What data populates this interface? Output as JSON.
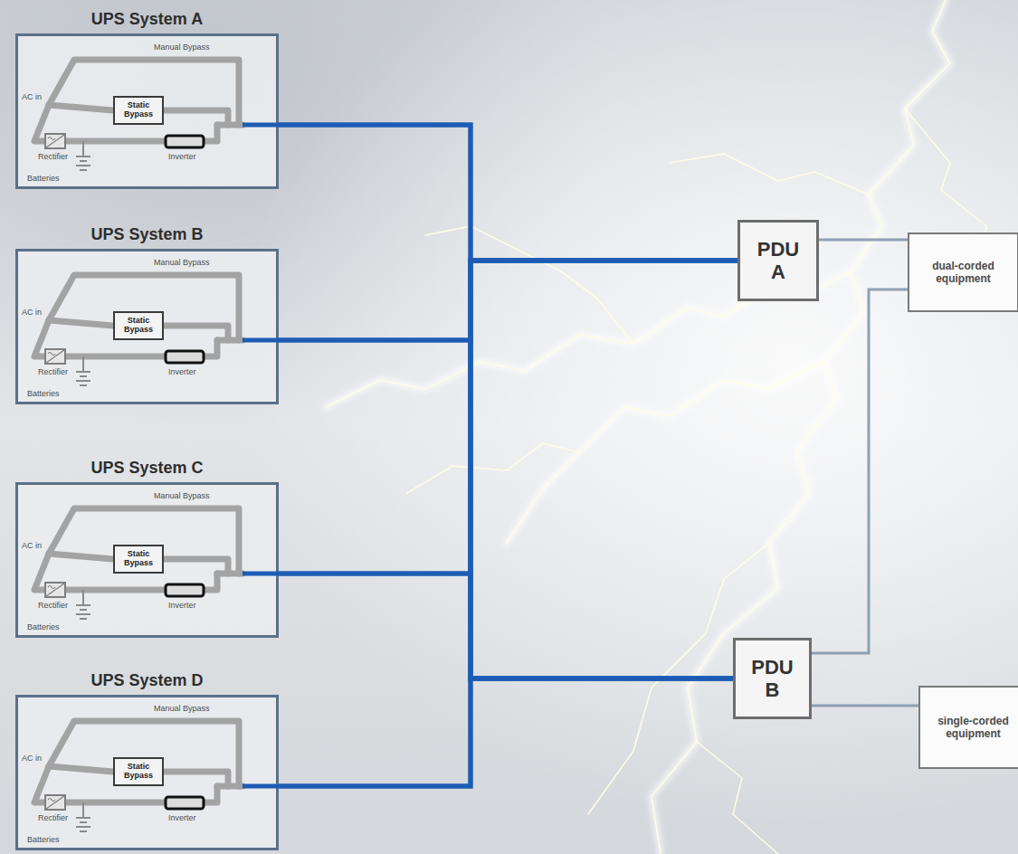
{
  "diagram": {
    "nodes": [
      {
        "text": [
          "UPS System A"
        ]
      },
      {
        "text": [
          "Static Bypass"
        ],
        "in": 0
      },
      {
        "text": [
          "UPS System B"
        ]
      },
      {
        "text": [
          "Static Bypass"
        ],
        "in": 2
      },
      {
        "text": [
          "UPS System C"
        ]
      },
      {
        "text": [
          "Static Bypass"
        ],
        "in": 4
      },
      {
        "text": [
          "UPS System D"
        ]
      },
      {
        "text": [
          "Static Bypass"
        ],
        "in": 6
      },
      {
        "text": [
          "PDU A"
        ]
      },
      {
        "text": [
          "PDU B"
        ]
      },
      {
        "text": [
          "dual-corded equipment"
        ]
      },
      {
        "text": [
          "single-corded equipment"
        ]
      }
    ],
    "edges": [
      {
        "from": 0,
        "to": 8,
        "arrow": "none"
      },
      {
        "from": 0,
        "to": 9,
        "arrow": "none"
      },
      {
        "from": 2,
        "to": 8,
        "arrow": "none"
      },
      {
        "from": 2,
        "to": 9,
        "arrow": "none"
      },
      {
        "from": 4,
        "to": 8,
        "arrow": "none"
      },
      {
        "from": 4,
        "to": 9,
        "arrow": "none"
      },
      {
        "from": 6,
        "to": 8,
        "arrow": "none"
      },
      {
        "from": 6,
        "to": 9,
        "arrow": "none"
      },
      {
        "from": 8,
        "to": 10,
        "arrow": "none"
      },
      {
        "from": 9,
        "to": 10,
        "arrow": "none"
      },
      {
        "from": 9,
        "to": 11,
        "arrow": "none"
      }
    ],
    "labels": [
      "Manual Bypass",
      "AC in",
      "Rectifier",
      "Batteries",
      "Inverter",
      "Manual Bypass",
      "AC in",
      "Rectifier",
      "Batteries",
      "Inverter",
      "Manual Bypass",
      "AC in",
      "Rectifier",
      "Batteries",
      "Inverter",
      "Manual Bypass",
      "AC in",
      "Rectifier",
      "Batteries",
      "Inverter"
    ]
  }
}
